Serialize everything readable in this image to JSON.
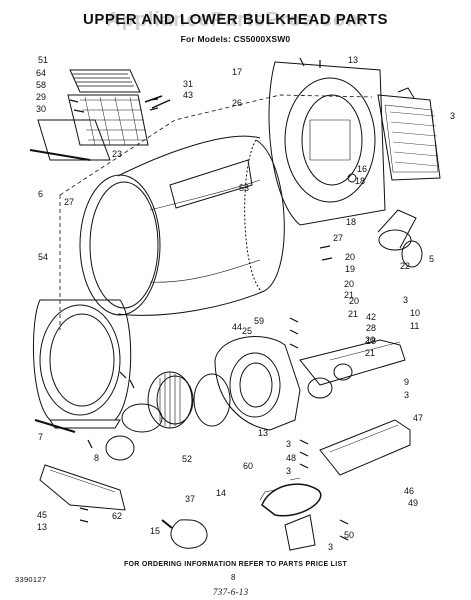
{
  "watermark": "AppliancePartsPros.com",
  "title": "UPPER AND LOWER BULKHEAD PARTS",
  "subtitle": "For Models: CS5000XSW0",
  "footer": {
    "ordering_info": "FOR ORDERING INFORMATION REFER TO PARTS PRICE LIST",
    "doc_number": "3390127",
    "page_number": "8",
    "handwritten_note": "737-6-13"
  },
  "callouts": [
    "51",
    "64",
    "58",
    "29",
    "30",
    "31",
    "43",
    "26",
    "13",
    "17",
    "3",
    "23",
    "6",
    "27",
    "53",
    "16",
    "18",
    "18",
    "20",
    "19",
    "20",
    "21",
    "22",
    "5",
    "25",
    "27",
    "54",
    "59",
    "44",
    "42",
    "28",
    "20",
    "21",
    "3",
    "10",
    "11",
    "20",
    "21",
    "18",
    "9",
    "3",
    "47",
    "7",
    "8",
    "52",
    "37",
    "60",
    "13",
    "3",
    "48",
    "3",
    "14",
    "62",
    "15",
    "45",
    "13",
    "46",
    "49",
    "50",
    "3"
  ]
}
